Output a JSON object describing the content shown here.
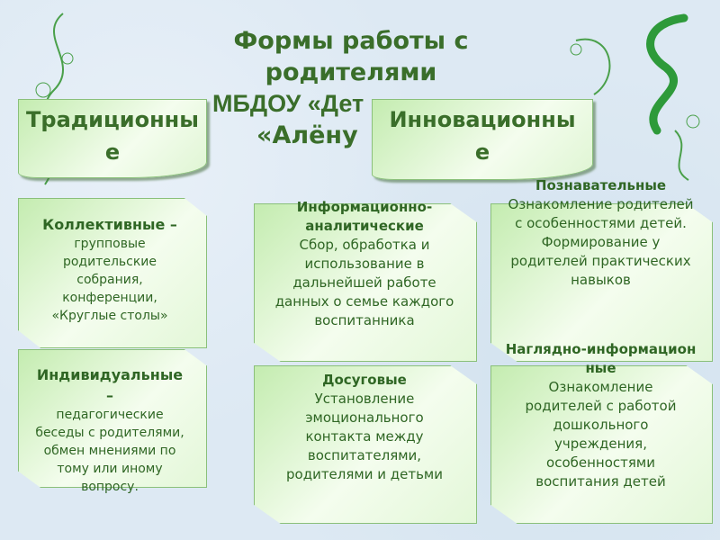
{
  "title": {
    "line1": "Формы работы с",
    "line2": "родителями",
    "line3": "МБДОУ «Дет",
    "line4": "«Алёну"
  },
  "headers": {
    "traditional": "Традиционные",
    "innovative": "Инновационные"
  },
  "cards": [
    {
      "heading": "Коллективные –",
      "body": "групповые родительские собрания, конференции, «Круглые столы»"
    },
    {
      "heading": "Индивидуальные –",
      "body": "педагогические беседы с родителями, обмен мнениями по тому или иному вопросу."
    },
    {
      "heading": "Информационно-аналитические",
      "body": "Сбор, обработка и использование в дальнейшей работе данных о семье каждого воспитанника"
    },
    {
      "heading": "Досуговые",
      "body": "Установление эмоционального контакта между воспитателями, родителями и детьми"
    },
    {
      "heading": "Познавательные",
      "body": "Ознакомление родителей с особенностями детей. Формирование у родителей практических навыков"
    },
    {
      "heading": "Наглядно-информационные",
      "body": "Ознакомление родителей с работой дошкольного учреждения, особенностями воспитания детей"
    }
  ],
  "colors": {
    "accent": "#3a6e2a",
    "card": "#e3f7d8",
    "background": "#dde9f3"
  }
}
